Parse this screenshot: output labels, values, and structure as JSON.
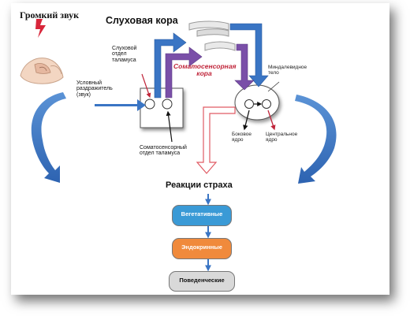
{
  "titles": {
    "loud_sound": "Громкий звук",
    "auditory_cortex": "Слуховая кора",
    "somatosensory_cortex": "Соматосенсорная кора"
  },
  "labels": {
    "conditioned_stimulus": "Условный раздражитель (звук)",
    "auditory_thalamus": "Слуховой отдел таламуса",
    "somato_thalamus": "Соматосенсорный отдел таламуса",
    "amygdala": "Миндалевидное тело",
    "lateral_nucleus": "Боковое ядро",
    "central_nucleus": "Центральное ядро"
  },
  "fear": {
    "title": "Реакции страха",
    "stages": [
      "Вегетативные",
      "Эндокринные",
      "Поведенческие"
    ]
  },
  "colors": {
    "blue_arrow": "#3a75c4",
    "purple_arrow": "#7a4fa8",
    "red_accent": "#c0253a",
    "box_vegetative": "#3a9ad6",
    "box_endocrine": "#f08a3c",
    "box_behavioral": "#d9d9d9"
  }
}
